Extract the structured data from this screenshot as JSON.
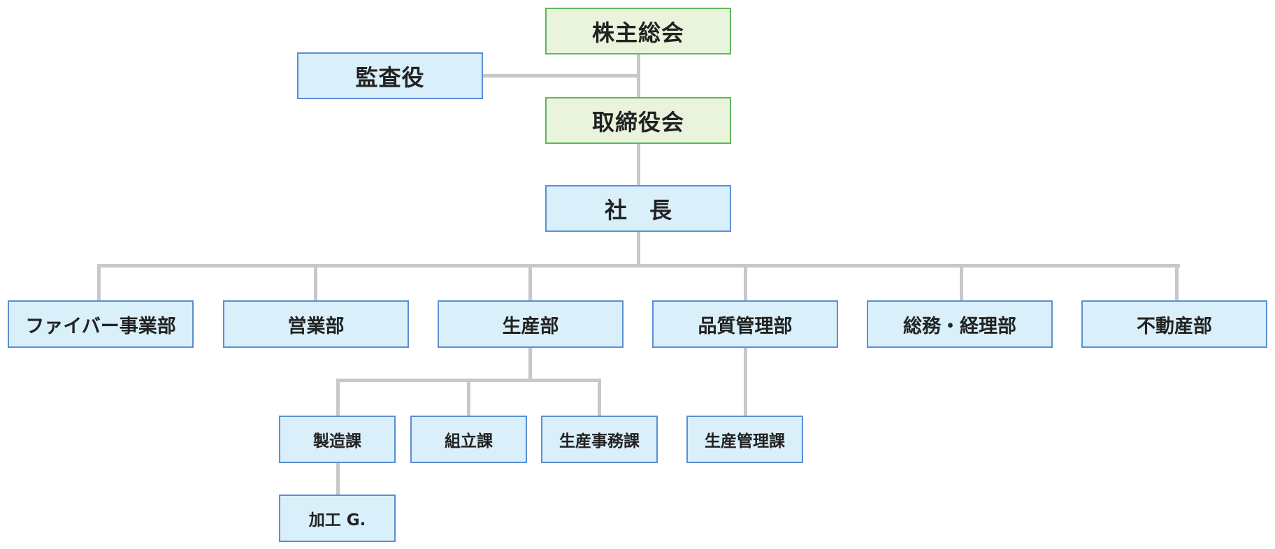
{
  "org_chart": {
    "shareholders_meeting": "株主総会",
    "auditor": "監査役",
    "board_of_directors": "取締役会",
    "president": "社　長",
    "departments": [
      "ファイバー事業部",
      "営業部",
      "生産部",
      "品質管理部",
      "総務・経理部",
      "不動産部"
    ],
    "production_sections": [
      "製造課",
      "組立課",
      "生産事務課"
    ],
    "quality_sections": [
      "生産管理課"
    ],
    "manufacturing_groups": [
      "加工 G."
    ]
  },
  "colors": {
    "connector": "#c8c8c8",
    "blue_fill": "#d9effa",
    "blue_border": "#5b8fd1",
    "green_fill": "#eaf4dc",
    "green_border": "#5cb85c",
    "text": "#222222"
  }
}
